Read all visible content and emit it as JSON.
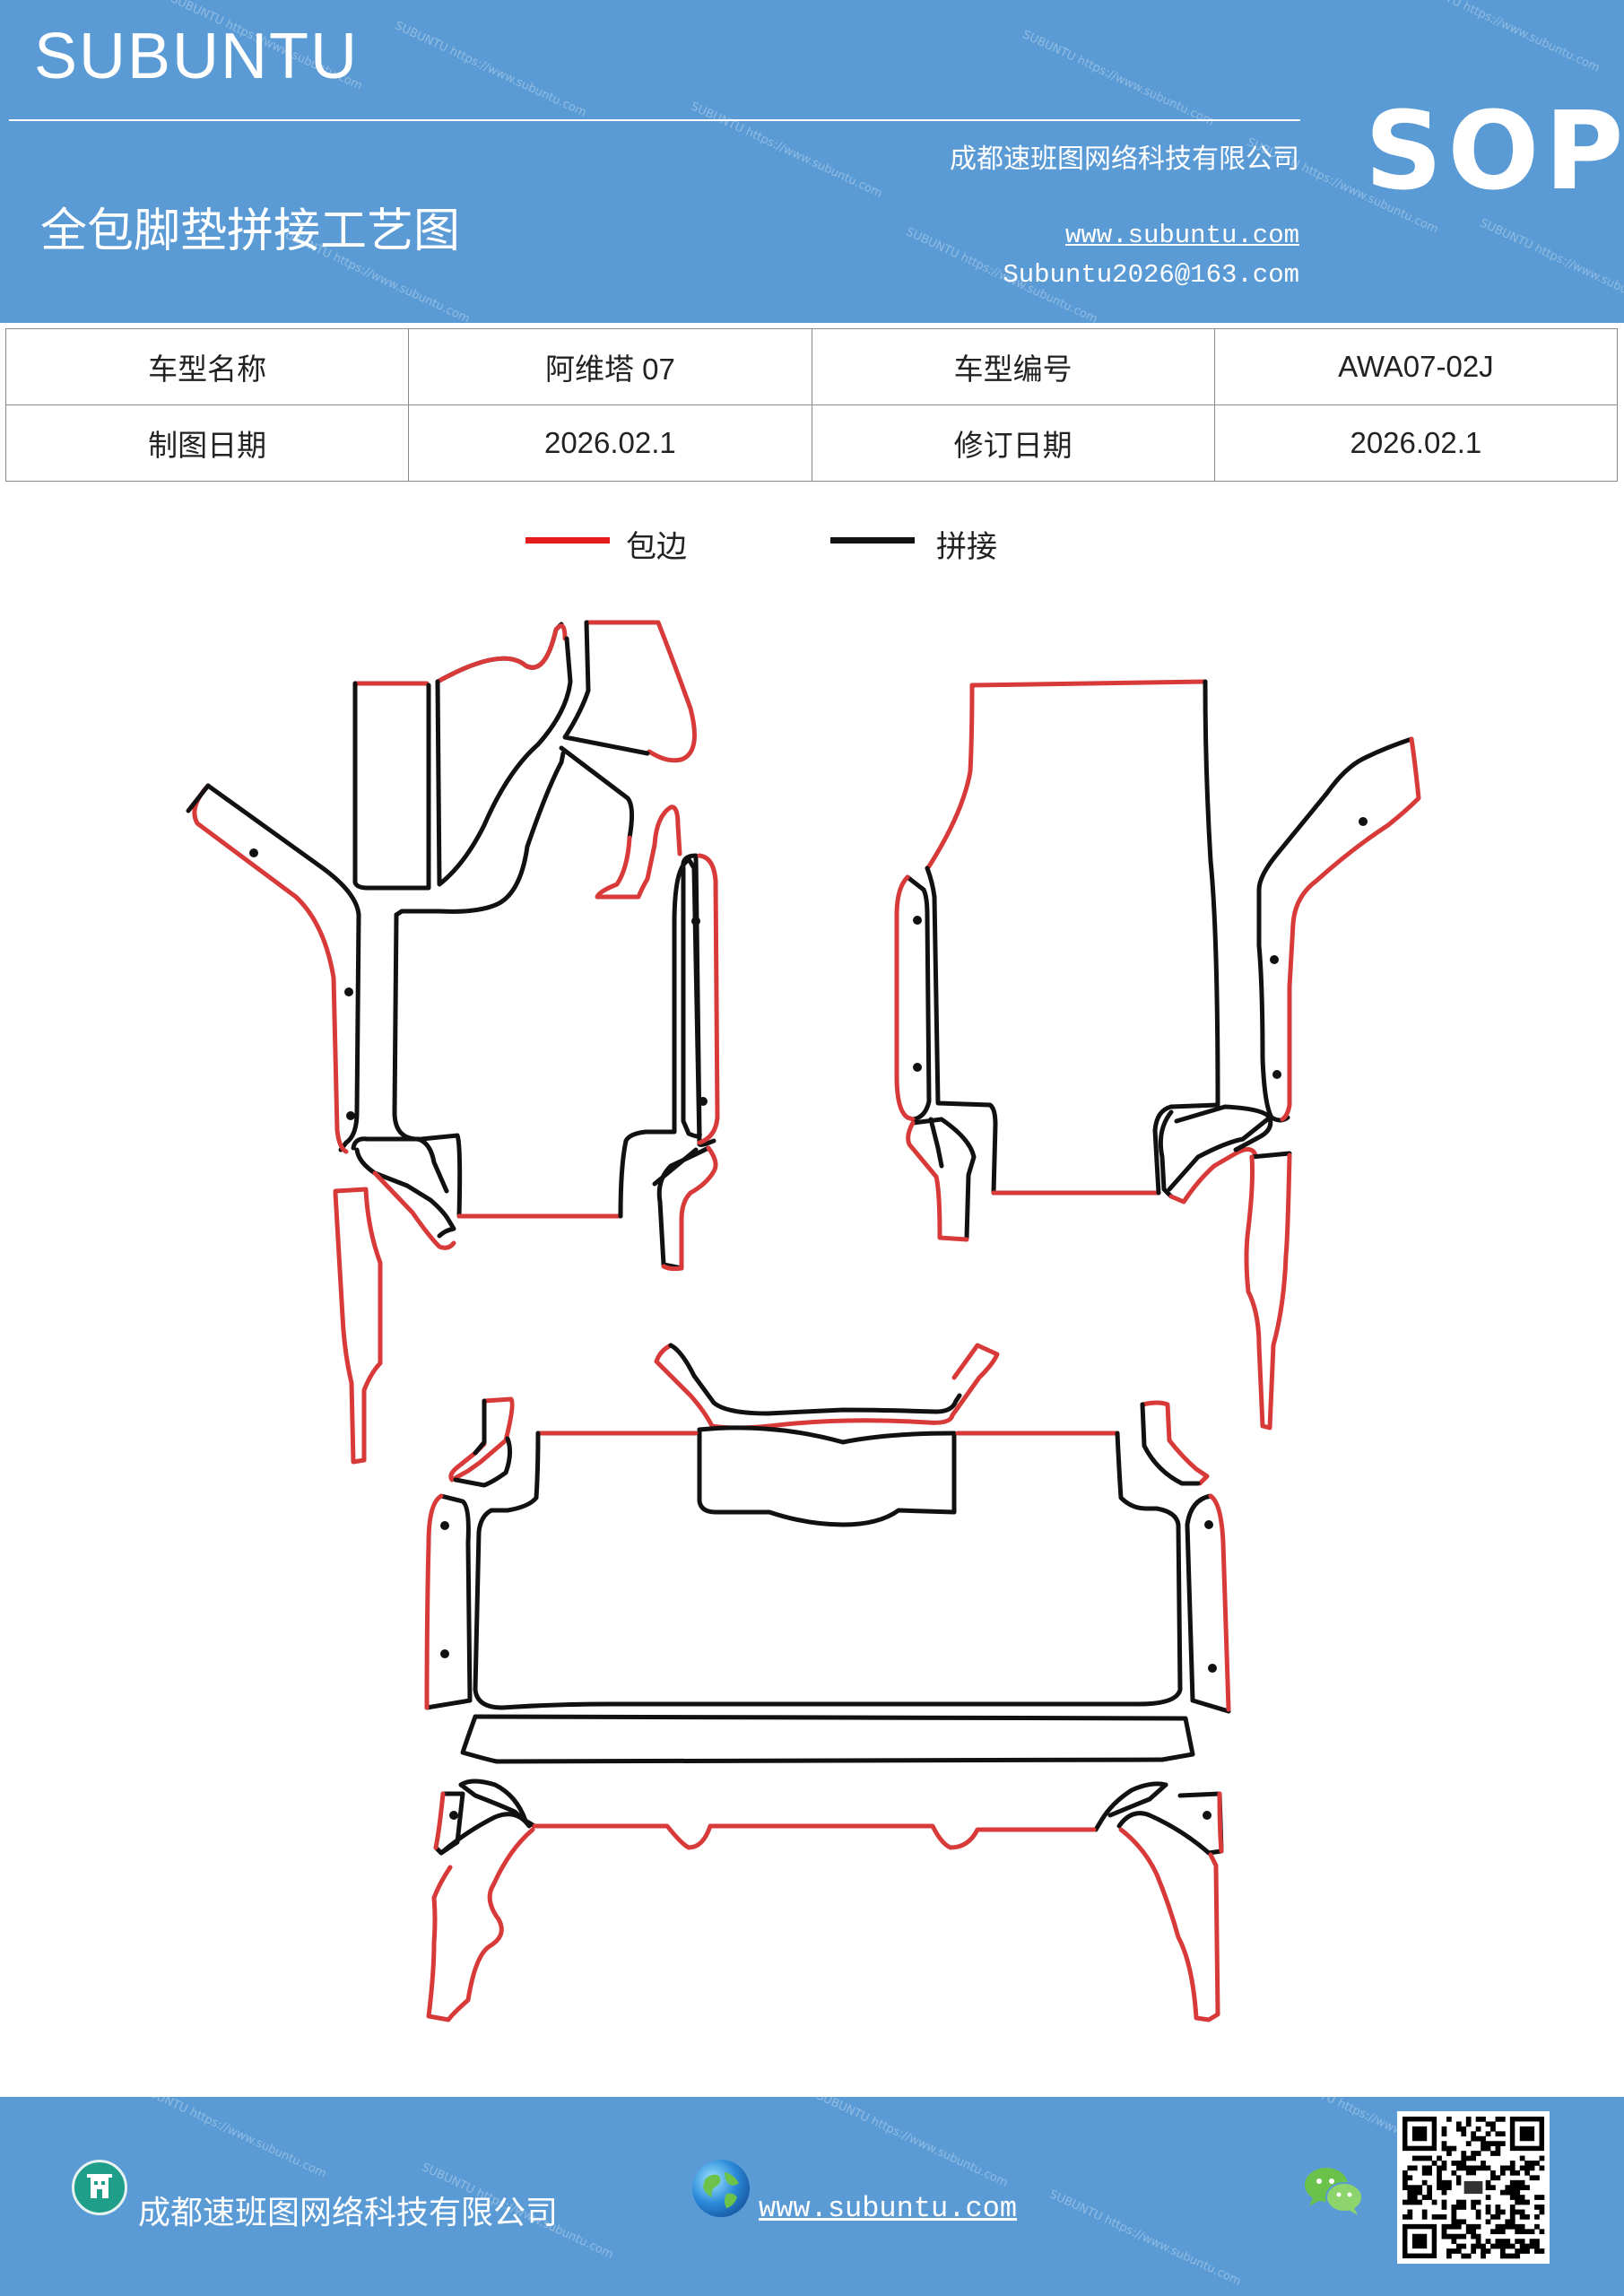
{
  "header": {
    "brand": "SUBUNTU",
    "company": "成都速班图网络科技有限公司",
    "title": "全包脚垫拼接工艺图",
    "website": "www.subuntu.com",
    "email": "Subuntu2026@163.com",
    "badge": "SOP"
  },
  "info_table": {
    "rows": [
      {
        "label1": "车型名称",
        "value1": "阿维塔 07",
        "label2": "车型编号",
        "value2": "AWA07-02J"
      },
      {
        "label1": "制图日期",
        "value1": "2026.02.1",
        "label2": "修订日期",
        "value2": "2026.02.1"
      }
    ]
  },
  "legend": {
    "items": [
      {
        "label": "包边",
        "color": "#e31b1b"
      },
      {
        "label": "拼接",
        "color": "#111111"
      }
    ]
  },
  "colors": {
    "header_bg": "#5b9bd5",
    "binding_edge": "#d83a3a",
    "seam_edge": "#111111"
  },
  "footer": {
    "company": "成都速班图网络科技有限公司",
    "website": "www.subuntu.com",
    "icons": [
      "building-icon",
      "globe-icon",
      "wechat-icon",
      "qr-code"
    ]
  }
}
